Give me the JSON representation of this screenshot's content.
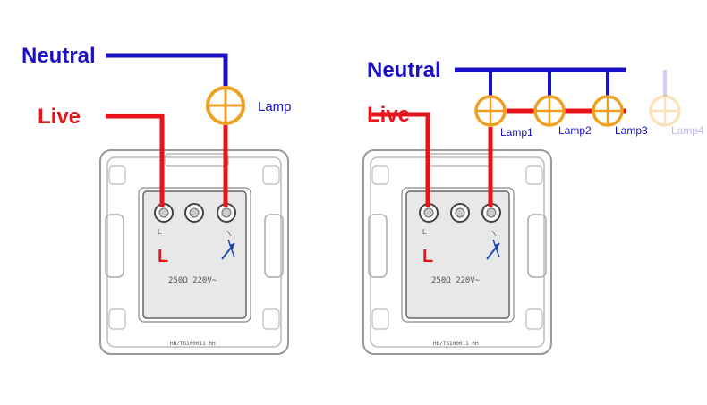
{
  "left_diagram": {
    "neutral_label": "Neutral",
    "live_label": "Live",
    "lamp_label": "Lamp",
    "terminal_label": "L",
    "terminal_small_label": "L",
    "rating_text": "250Ω 220V~",
    "model_text": "HB/TG100011 RH"
  },
  "right_diagram": {
    "neutral_label": "Neutral",
    "live_label": "Live",
    "lamps": [
      "Lamp1",
      "Lamp2",
      "Lamp3",
      "Lamp4"
    ],
    "terminal_label": "L",
    "terminal_small_label": "L",
    "rating_text": "250Ω 220V~",
    "model_text": "HB/TG100011 RH"
  },
  "colors": {
    "neutral_wire": "#1a10c8",
    "live_wire": "#e8141c",
    "lamp": "#f0a020",
    "label_blue": "#1a10c8",
    "label_red": "#e8141c"
  },
  "icons": [
    "lamp-icon",
    "dimmer-arrow-icon",
    "screw-terminal-icon"
  ]
}
